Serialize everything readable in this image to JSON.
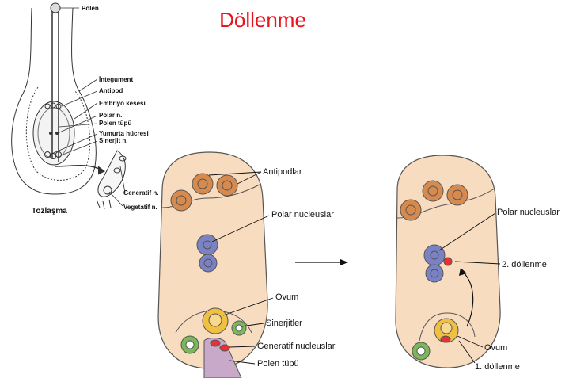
{
  "title": "Döllenme",
  "top_left_diagram": {
    "labels": {
      "polen": "Polen",
      "integument": "İntegument",
      "antipod": "Antipod",
      "embriyo_kesesi": "Embriyo kesesi",
      "polar_n": "Polar n.",
      "polen_tupu": "Polen tüpü",
      "yumurta_hucresi": "Yumurta hücresi",
      "sinerjit_n": "Sinerjit n.",
      "generatif_n": "Generatif n.",
      "vegetatif_n": "Vegetatif n.",
      "tozlasma": "Tozlaşma"
    }
  },
  "left_sac": {
    "labels": {
      "antipodlar": "Antipodlar",
      "polar_nucleuslar": "Polar nucleuslar",
      "ovum": "Ovum",
      "sinerjitler": "Sinerjitler",
      "generatif_nucleuslar": "Generatif nucleuslar",
      "polen_tupu": "Polen tüpü"
    }
  },
  "right_sac": {
    "labels": {
      "polar_nucleuslar": "Polar nucleuslar",
      "ikinci_dollenme": "2. döllenme",
      "ovum": "Ovum",
      "birinci_dollenme": "1. döllenme"
    }
  },
  "colors": {
    "title": "#e8141b",
    "sac_fill": "#f8dcc0",
    "antipod_fill": "#d68a4e",
    "polar_fill": "#7b82c4",
    "ovum_fill": "#f0c040",
    "synergid_fill": "#7cb85a",
    "pollen_tube_fill": "#c9a9c9",
    "nucleus_red": "#e63232"
  }
}
